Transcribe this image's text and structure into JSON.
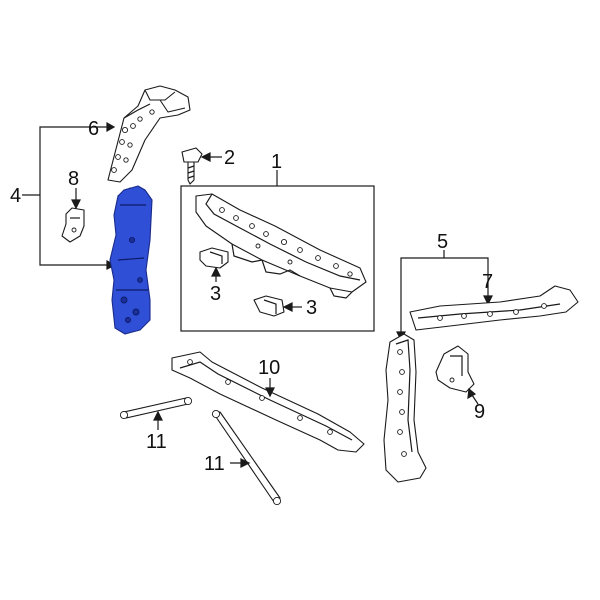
{
  "diagram": {
    "highlight_color": "#2f4fd6",
    "line_color": "#1a1a1a",
    "callouts": {
      "c1": "1",
      "c2": "2",
      "c3a": "3",
      "c3b": "3",
      "c4": "4",
      "c5": "5",
      "c6": "6",
      "c7": "7",
      "c8": "8",
      "c9": "9",
      "c10": "10",
      "c11a": "11",
      "c11b": "11"
    }
  }
}
